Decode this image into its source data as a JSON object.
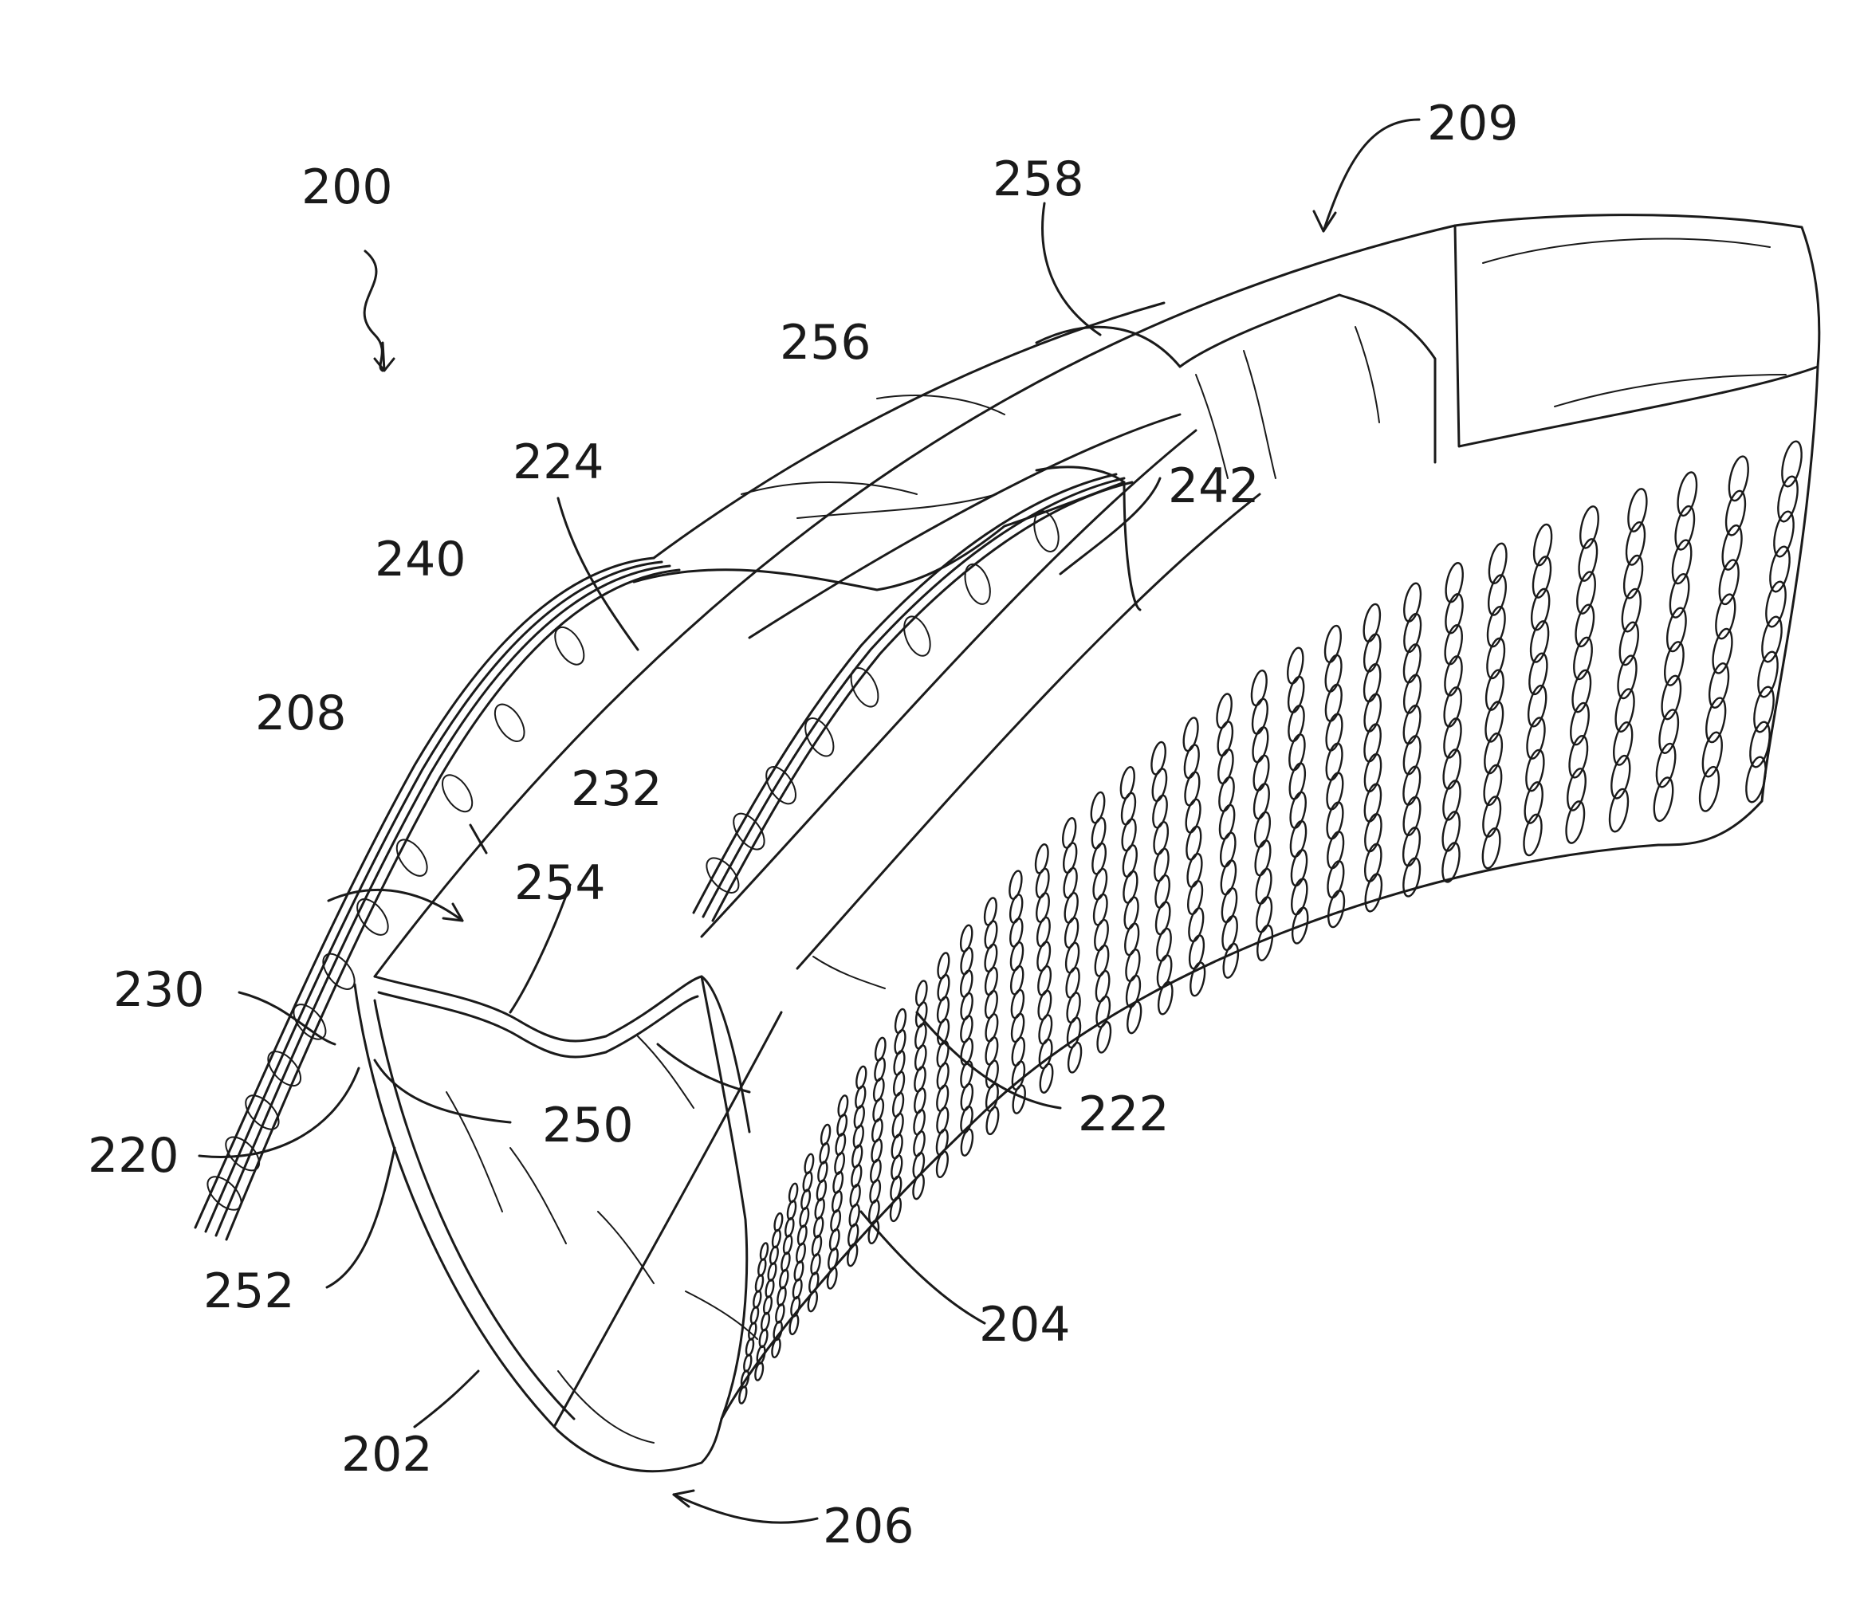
{
  "figure": {
    "reference_numerals": [
      {
        "id": "200",
        "text": "200"
      },
      {
        "id": "209",
        "text": "209"
      },
      {
        "id": "258",
        "text": "258"
      },
      {
        "id": "256",
        "text": "256"
      },
      {
        "id": "224",
        "text": "224"
      },
      {
        "id": "242",
        "text": "242"
      },
      {
        "id": "240",
        "text": "240"
      },
      {
        "id": "208",
        "text": "208"
      },
      {
        "id": "232",
        "text": "232"
      },
      {
        "id": "254",
        "text": "254"
      },
      {
        "id": "230",
        "text": "230"
      },
      {
        "id": "250",
        "text": "250"
      },
      {
        "id": "222",
        "text": "222"
      },
      {
        "id": "220",
        "text": "220"
      },
      {
        "id": "252",
        "text": "252"
      },
      {
        "id": "204",
        "text": "204"
      },
      {
        "id": "202",
        "text": "202"
      },
      {
        "id": "206",
        "text": "206"
      }
    ]
  }
}
